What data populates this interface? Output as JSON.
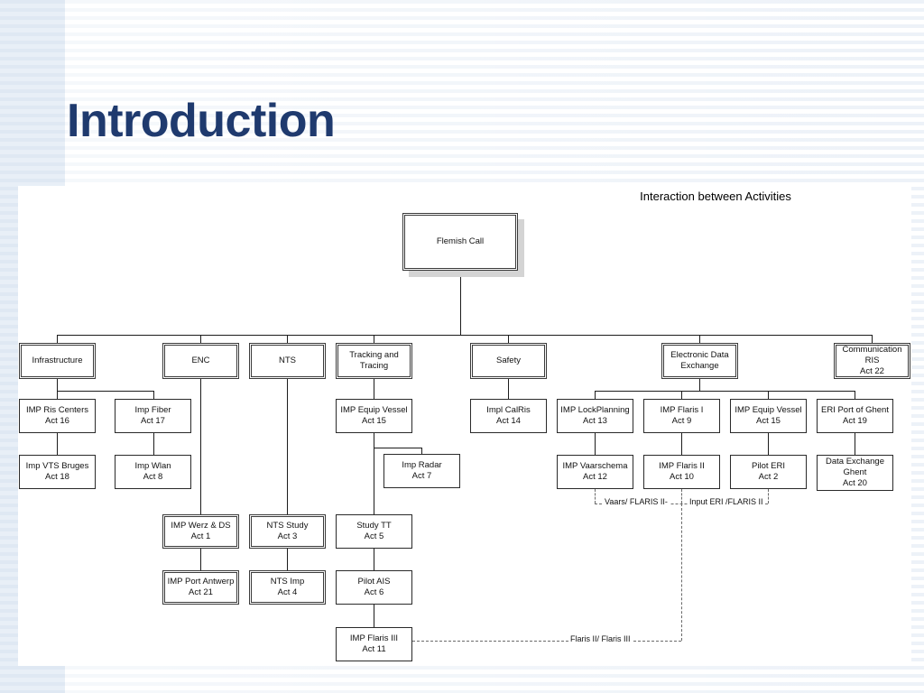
{
  "slide": {
    "title": "Introduction",
    "title_color": "#1f3a6e",
    "background_color": "#ffffff"
  },
  "diagram": {
    "title": "Interaction between Activities",
    "root": {
      "label": "Flemish Call"
    },
    "categories": [
      {
        "id": "infrastructure",
        "label": "Infrastructure"
      },
      {
        "id": "enc",
        "label": "ENC"
      },
      {
        "id": "nts",
        "label": "NTS"
      },
      {
        "id": "tracking",
        "label": "Tracking and",
        "label2": "Tracing"
      },
      {
        "id": "safety",
        "label": "Safety"
      },
      {
        "id": "ede",
        "label": "Electronic Data",
        "label2": "Exchange"
      },
      {
        "id": "comris",
        "label": "Communication",
        "label2": "RIS",
        "label3": "Act 22"
      }
    ],
    "nodes": [
      {
        "id": "n16",
        "name": "IMP Ris Centers",
        "act": "Act 16"
      },
      {
        "id": "n17",
        "name": "Imp Fiber",
        "act": "Act 17"
      },
      {
        "id": "n18",
        "name": "Imp VTS Bruges",
        "act": "Act 18"
      },
      {
        "id": "n8",
        "name": "Imp Wlan",
        "act": "Act 8"
      },
      {
        "id": "n1",
        "name": "IMP Werz & DS",
        "act": "Act 1"
      },
      {
        "id": "n21",
        "name": "IMP Port Antwerp",
        "act": "Act 21"
      },
      {
        "id": "n3",
        "name": "NTS Study",
        "act": "Act 3"
      },
      {
        "id": "n4",
        "name": "NTS Imp",
        "act": "Act 4"
      },
      {
        "id": "n15t",
        "name": "IMP Equip Vessel",
        "act": "Act 15"
      },
      {
        "id": "n7",
        "name": "Imp Radar",
        "act": "Act 7"
      },
      {
        "id": "n5",
        "name": "Study TT",
        "act": "Act 5"
      },
      {
        "id": "n6",
        "name": "Pilot AIS",
        "act": "Act 6"
      },
      {
        "id": "n11",
        "name": "IMP Flaris III",
        "act": "Act 11"
      },
      {
        "id": "n14",
        "name": "Impl CalRis",
        "act": "Act 14"
      },
      {
        "id": "n13",
        "name": "IMP LockPlanning",
        "act": "Act 13"
      },
      {
        "id": "n12",
        "name": "IMP Vaarschema",
        "act": "Act 12"
      },
      {
        "id": "n9",
        "name": "IMP Flaris I",
        "act": "Act 9"
      },
      {
        "id": "n10",
        "name": "IMP Flaris II",
        "act": "Act 10"
      },
      {
        "id": "n15e",
        "name": "IMP Equip Vessel",
        "act": "Act 15"
      },
      {
        "id": "n2",
        "name": "Pilot ERI",
        "act": "Act 2"
      },
      {
        "id": "n19",
        "name": "ERI Port of Ghent",
        "act": "Act 19"
      },
      {
        "id": "n20",
        "name": "Data Exchange",
        "act2": "Ghent",
        "act": "Act 20"
      }
    ],
    "edge_labels": {
      "vaars": "Vaars/ FLARIS II-",
      "input_eri": "Input ERI /FLARIS II",
      "flaris": "Flaris II/ Flaris III"
    }
  }
}
